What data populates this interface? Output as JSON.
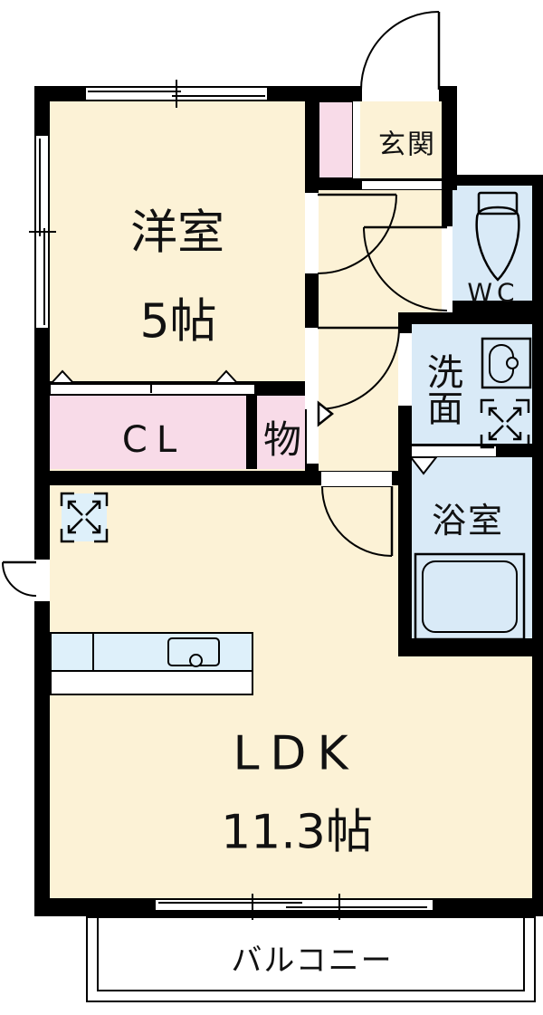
{
  "title": "1LDK floor plan",
  "rooms": {
    "yoshitsu": {
      "name": "洋室",
      "size": "5帖"
    },
    "genkan": {
      "name": "玄関"
    },
    "wc": {
      "name": "WC"
    },
    "senmen": {
      "name": "洗面"
    },
    "yokushitsu": {
      "name": "浴室"
    },
    "closet": {
      "name": "CL"
    },
    "storage": {
      "name": "物"
    },
    "ldk": {
      "name": "LDK",
      "size": "11.3帖"
    },
    "balcony": {
      "name": "バルコニー"
    }
  },
  "colors": {
    "wall": "#000000",
    "room_floor": "#FCF2D6",
    "closet_floor": "#F8DBE8",
    "wet_area_floor": "#D9EAF7",
    "kitchen_counter": "#DEF0FA",
    "background": "#FFFFFF"
  },
  "icons": [
    "front-door-arc",
    "bedroom-door-arc",
    "hall-door-arc",
    "wc-door-arc",
    "ldk-door-arc",
    "service-door-arc",
    "window-top",
    "window-left",
    "window-bottom",
    "toilet-icon",
    "sink-icon",
    "washing-machine-icon",
    "fridge-space-icon",
    "bathtub-icon",
    "kitchen-sink-icon",
    "closet-door-marks",
    "storage-door-mark",
    "bath-folding-door-mark"
  ]
}
